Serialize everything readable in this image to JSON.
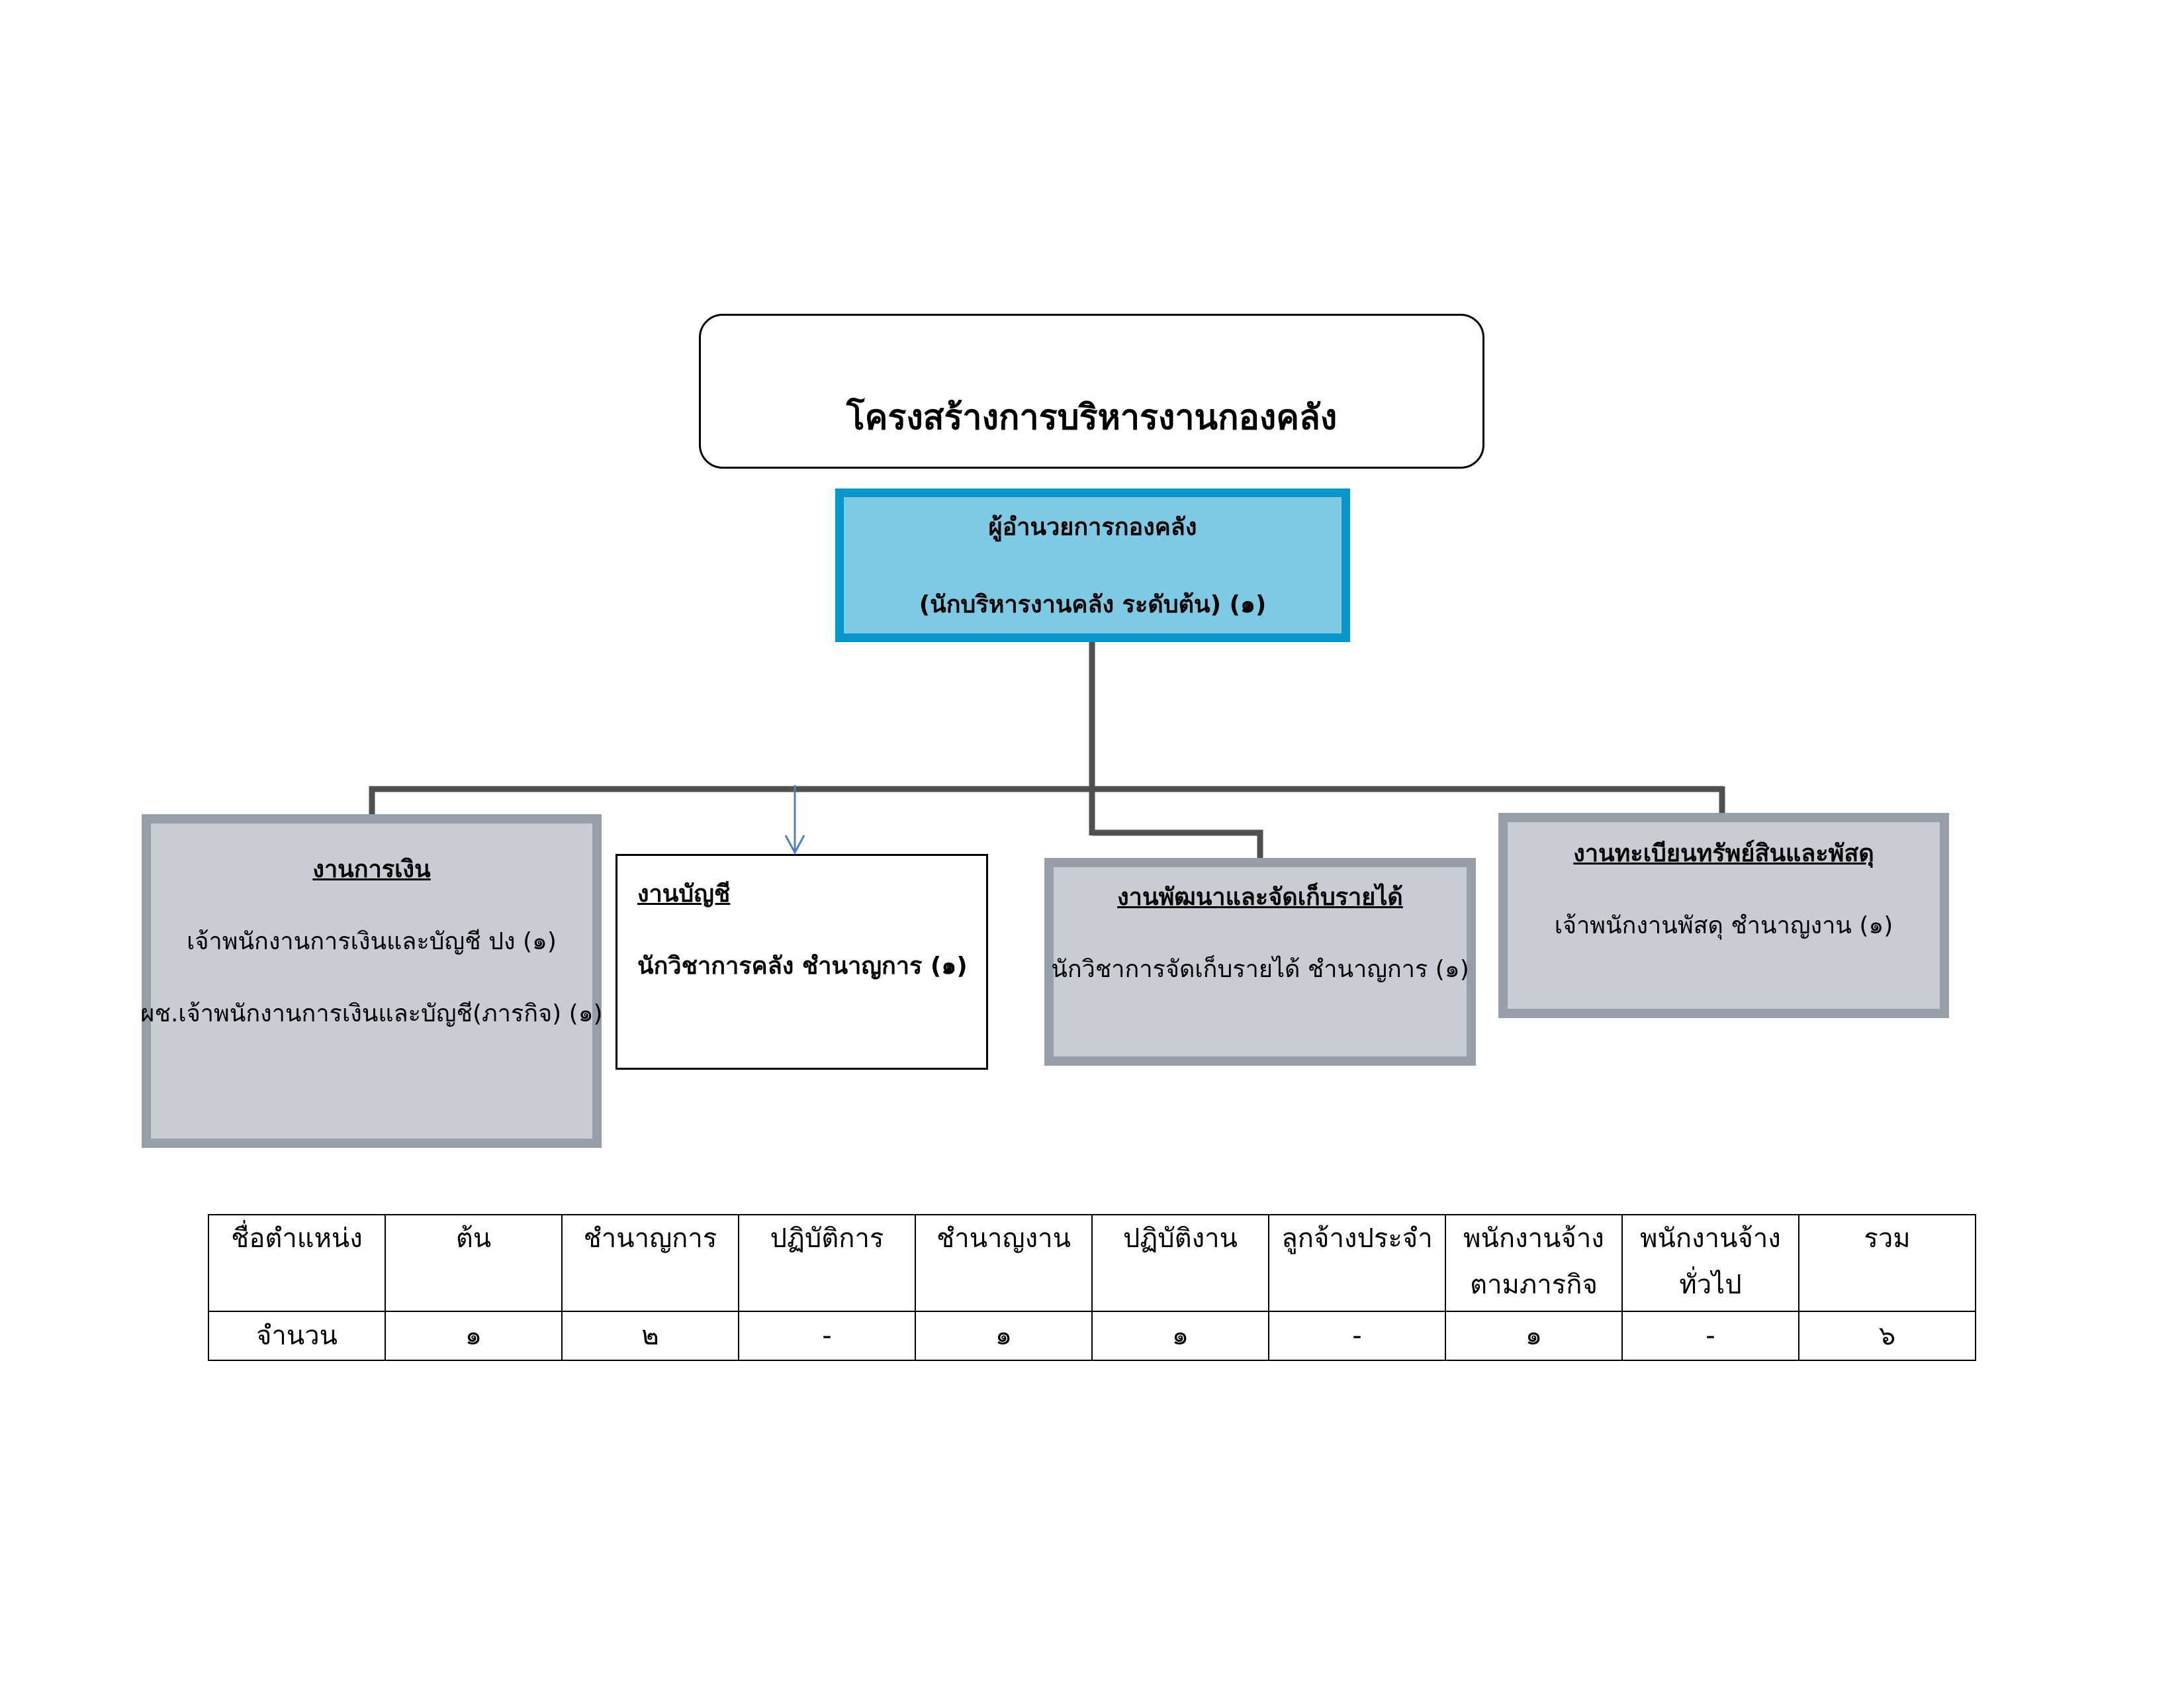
{
  "title": "โครงสร้างการบริหารงานกองคลัง",
  "director": {
    "title": "ผู้อำนวยการกองคลัง",
    "position": "(นักบริหารงานคลัง ระดับต้น) (๑)"
  },
  "units": {
    "finance": {
      "heading": "งานการเงิน",
      "positions": [
        "เจ้าพนักงานการเงินและบัญชี ปง  (๑)",
        "ผช.เจ้าพนักงานการเงินและบัญชี(ภารกิจ) (๑)"
      ]
    },
    "accounting": {
      "heading": "งานบัญชี",
      "positions": [
        "นักวิชาการคลัง ชำนาญการ (๑)"
      ]
    },
    "revenue": {
      "heading": "งานพัฒนาและจัดเก็บรายได้",
      "positions": [
        "นักวิชาการจัดเก็บรายได้ ชำนาญการ (๑)"
      ]
    },
    "supplies": {
      "heading": "งานทะเบียนทรัพย์สินและพัสดุ",
      "positions": [
        "เจ้าพนักงานพัสดุ ชำนาญงาน (๑)"
      ]
    }
  },
  "colors": {
    "director_fill": "#7ecae4",
    "director_border": "#0996cc",
    "unit_fill": "#c8ccd5",
    "unit_border": "#969fa9",
    "connector": "#505050",
    "arrow": "#4f81bd"
  },
  "table": {
    "headers": [
      [
        "ชื่อตำแหน่ง"
      ],
      [
        "ต้น"
      ],
      [
        "ชำนาญการ"
      ],
      [
        "ปฏิบัติการ"
      ],
      [
        "ชำนาญงาน"
      ],
      [
        "ปฏิบัติงาน"
      ],
      [
        "ลูกจ้างประจำ"
      ],
      [
        "พนักงานจ้าง",
        "ตามภารกิจ"
      ],
      [
        "พนักงานจ้าง",
        "ทั่วไป"
      ],
      [
        "รวม"
      ]
    ],
    "counts": [
      "จำนวน",
      "๑",
      "๒",
      "-",
      "๑",
      "๑",
      "-",
      "๑",
      "-",
      "๖"
    ]
  }
}
